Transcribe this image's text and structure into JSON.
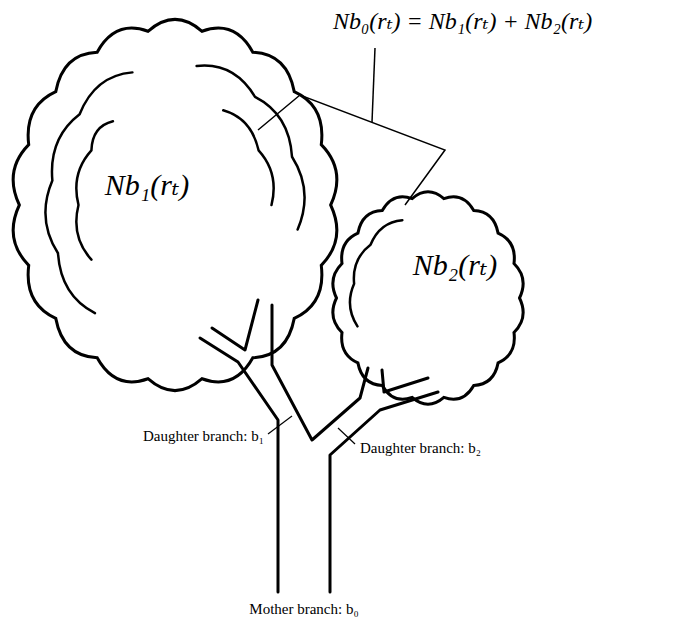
{
  "diagram": {
    "nodes": [
      {
        "text": [
          "Nb₁(rₜ)"
        ]
      },
      {
        "text": [
          "Nb₂(rₜ)"
        ]
      }
    ],
    "labels": [
      "Nb₀(rₜ) = Nb₁(rₜ) + Nb₂(rₜ)",
      "Daughter branch: b₁",
      "Daughter branch: b₂",
      "Mother branch: b₀"
    ]
  }
}
